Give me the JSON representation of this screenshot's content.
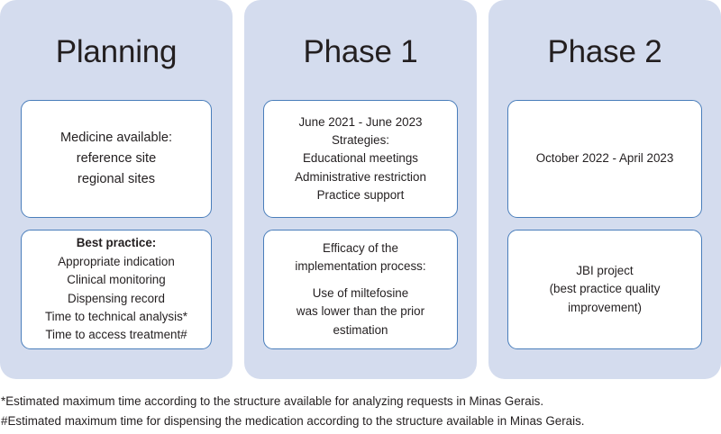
{
  "figure": {
    "panel_bg": "#d4dcee",
    "card_border": "#4a7ebb",
    "text_color": "#231f20"
  },
  "columns": [
    {
      "title": "Planning",
      "cards": [
        {
          "groups": [
            {
              "lines": [
                {
                  "text": "Medicine available:",
                  "bold": false
                },
                {
                  "text": "reference site",
                  "bold": false
                },
                {
                  "text": "regional sites",
                  "bold": false
                }
              ]
            }
          ]
        },
        {
          "groups": [
            {
              "lines": [
                {
                  "text": "Best practice:",
                  "bold": true
                },
                {
                  "text": "Appropriate indication",
                  "bold": false
                },
                {
                  "text": "Clinical monitoring",
                  "bold": false
                },
                {
                  "text": "Dispensing record",
                  "bold": false
                },
                {
                  "text": "Time to technical analysis*",
                  "bold": false
                },
                {
                  "text": "Time to access treatment#",
                  "bold": false
                }
              ]
            }
          ]
        }
      ]
    },
    {
      "title": "Phase 1",
      "cards": [
        {
          "groups": [
            {
              "lines": [
                {
                  "text": "June 2021 - June 2023",
                  "bold": false
                },
                {
                  "text": "Strategies:",
                  "bold": false
                },
                {
                  "text": "Educational meetings",
                  "bold": false
                },
                {
                  "text": "Administrative restriction",
                  "bold": false
                },
                {
                  "text": "Practice support",
                  "bold": false
                }
              ]
            }
          ]
        },
        {
          "groups": [
            {
              "lines": [
                {
                  "text": "Efficacy of the",
                  "bold": false
                },
                {
                  "text": "implementation process:",
                  "bold": false
                }
              ]
            },
            {
              "lines": [
                {
                  "text": "Use of miltefosine",
                  "bold": false
                },
                {
                  "text": "was lower than the prior",
                  "bold": false
                },
                {
                  "text": "estimation",
                  "bold": false
                }
              ]
            }
          ]
        }
      ]
    },
    {
      "title": "Phase 2",
      "cards": [
        {
          "groups": [
            {
              "lines": [
                {
                  "text": "October 2022 - April 2023",
                  "bold": false
                }
              ]
            }
          ]
        },
        {
          "groups": [
            {
              "lines": [
                {
                  "text": "JBI project",
                  "bold": false
                },
                {
                  "text": "(best practice quality",
                  "bold": false
                },
                {
                  "text": "improvement)",
                  "bold": false
                }
              ]
            }
          ]
        }
      ]
    }
  ],
  "footnotes": [
    "*Estimated maximum time according to the structure available for analyzing requests in Minas Gerais.",
    "#Estimated maximum time for dispensing the medication according to the structure available in Minas Gerais."
  ]
}
